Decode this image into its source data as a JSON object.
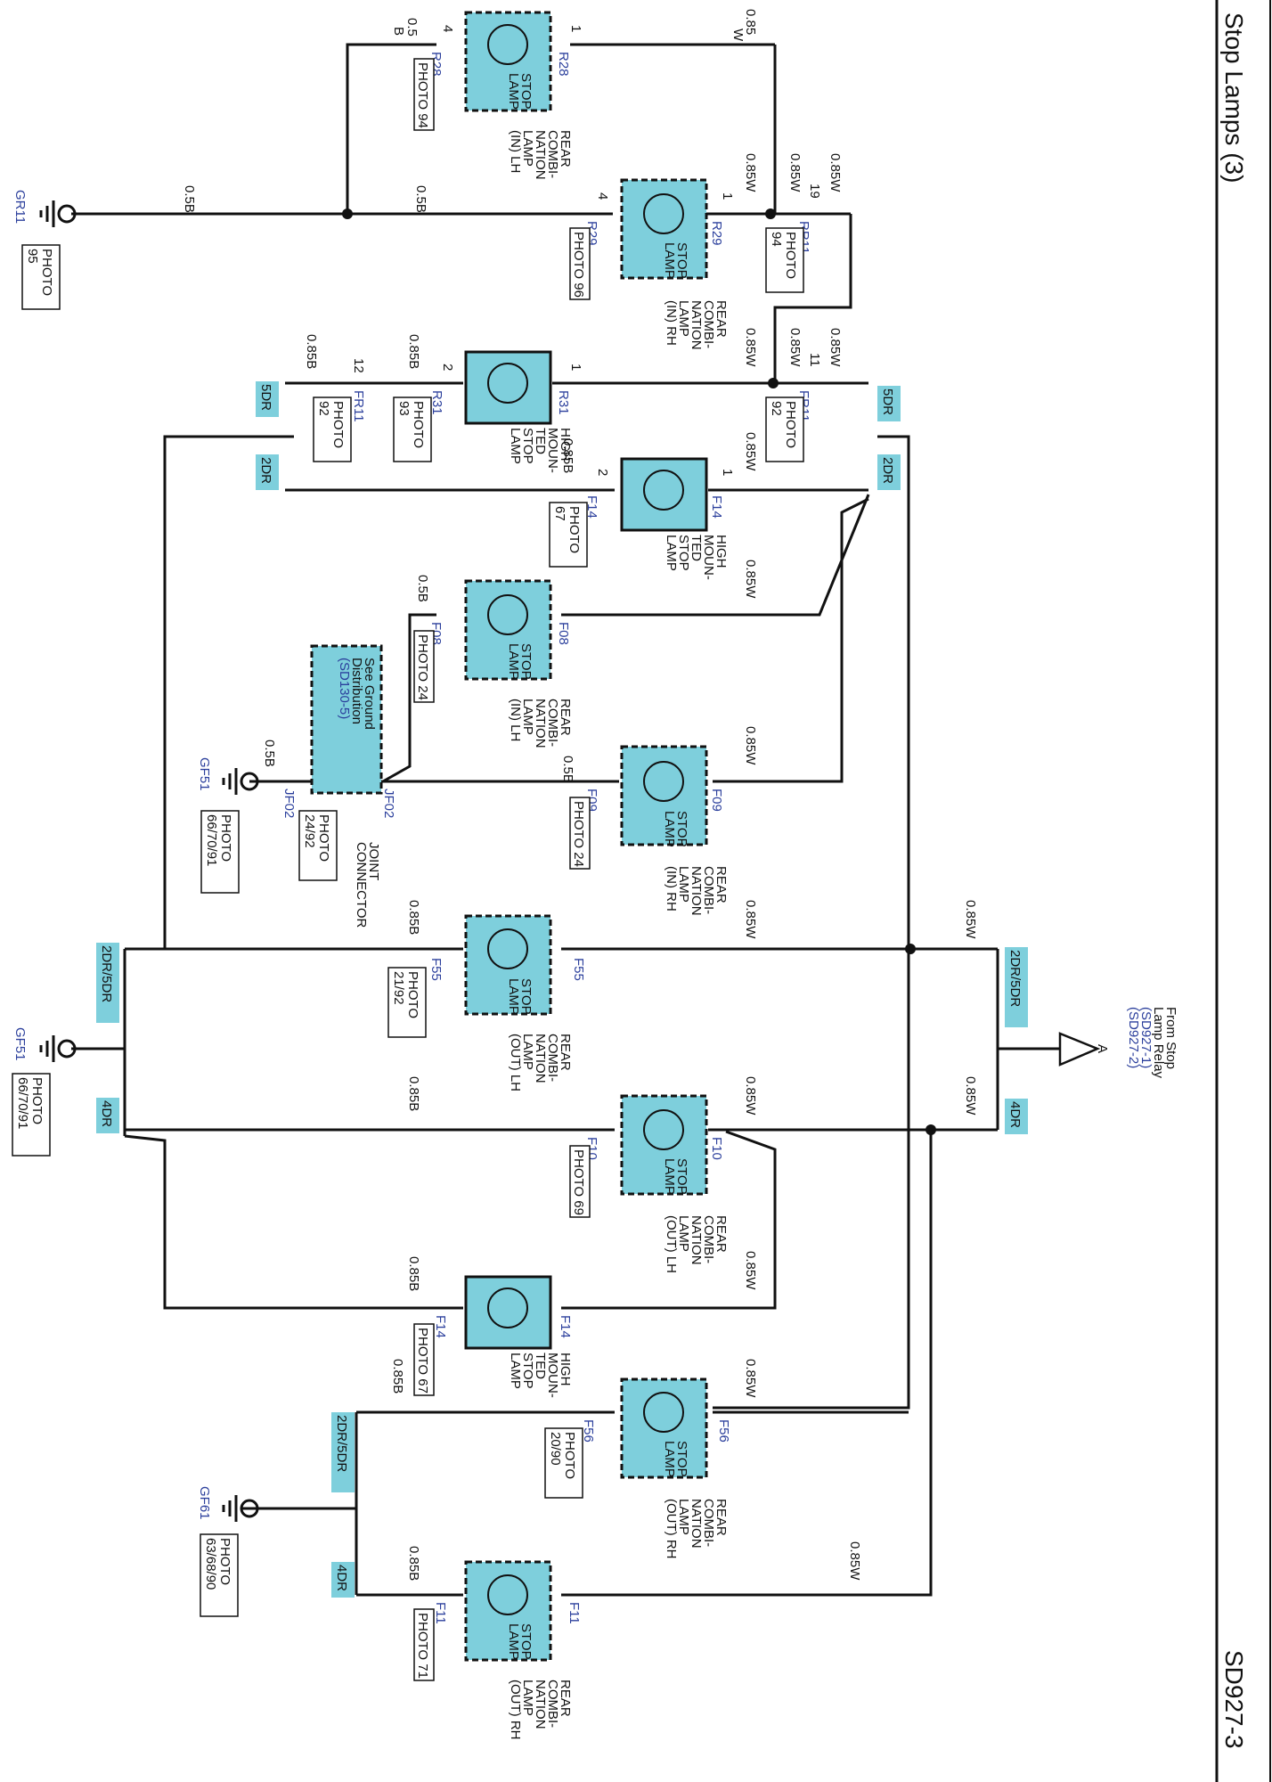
{
  "header": {
    "title": "Stop Lamps (3)",
    "page_id": "SD927-3"
  },
  "source": {
    "index": "A",
    "lines": [
      "From Stop",
      "Lamp Relay"
    ],
    "refs": [
      "(SD927-1)",
      "(SD927-2)"
    ]
  },
  "ground_note": {
    "lines": [
      "See Ground",
      "Distribution"
    ],
    "ref": "(SD130-5)"
  },
  "wire_labels": {
    "w085": "0.85",
    "W": "W",
    "w05": "0.5",
    "B": "B",
    "w05b": "0.5B",
    "w085w": "0.85W",
    "w085b": "0.85B"
  },
  "components": {
    "rcl_in_lh": [
      "REAR",
      "COMBI-",
      "NATION",
      "LAMP",
      "(IN) LH"
    ],
    "rcl_in_rh": [
      "REAR",
      "COMBI-",
      "NATION",
      "LAMP",
      "(IN) RH"
    ],
    "rcl_out_lh": [
      "REAR",
      "COMBI-",
      "NATION",
      "LAMP",
      "(OUT) LH"
    ],
    "rcl_out_rh": [
      "REAR",
      "COMBI-",
      "NATION",
      "LAMP",
      "(OUT) RH"
    ],
    "hmsl": [
      "HIGH",
      "MOUN-",
      "TED",
      "STOP",
      "LAMP"
    ],
    "stop_lamp": [
      "STOP",
      "LAMP"
    ],
    "joint_connector": [
      "JOINT",
      "CONNECTOR"
    ]
  },
  "photos": {
    "p94": "PHOTO 94",
    "p96": "PHOTO 96",
    "p24": "PHOTO 24",
    "p69": "PHOTO 69",
    "p67": "PHOTO 67",
    "p71": "PHOTO 71",
    "photo": "PHOTO",
    "n94": "94",
    "n92": "92",
    "n93": "93",
    "n67": "67",
    "n95": "95",
    "n2492": "24/92",
    "n667091": "66/70/91",
    "n2192": "21/92",
    "n2090": "20/90",
    "n636890": "63/68/90"
  },
  "connectors": {
    "R28": "R28",
    "R29": "R29",
    "RR11": "RR11",
    "FR11": "FR11",
    "R31": "R31",
    "F14": "F14",
    "F08": "F08",
    "F09": "F09",
    "JF02": "JF02",
    "F55": "F55",
    "F10": "F10",
    "F56": "F56",
    "F11": "F11"
  },
  "grounds": {
    "GR11": "GR11",
    "GF51": "GF51",
    "GF61": "GF61"
  },
  "options": {
    "r5": "5DR",
    "r2": "2DR",
    "r25": "2DR/5DR",
    "r4": "4DR"
  },
  "pins": {
    "p1": "1",
    "p2": "2",
    "p4": "4",
    "p11": "11",
    "p12": "12",
    "p19": "19"
  }
}
